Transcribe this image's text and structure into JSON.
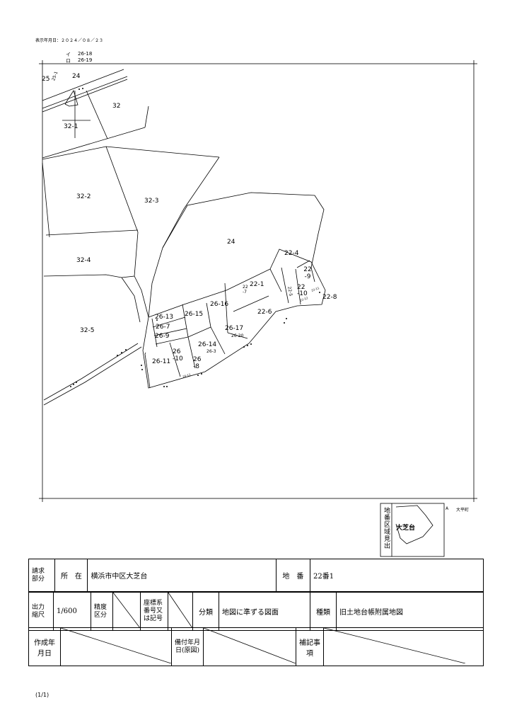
{
  "header": {
    "date_label": "表示年月日：２０２４／０８／２３",
    "ref_top": "26-18",
    "ref_bottom": "26-19",
    "ref_top_mark": "イ",
    "ref_bottom_mark": "ロ"
  },
  "parcels": {
    "p25": "25",
    "p25_1": "25-1",
    "p24_top": "24",
    "p32": "32",
    "p32_1": "32-1",
    "p32_2": "32-2",
    "p32_3": "32-3",
    "p32_4": "32-4",
    "p32_5": "32-5",
    "p24_main": "24",
    "p22_4": "22-4",
    "p22_9": "22\n-9",
    "p22_1": "22-1",
    "p22_7": "22\n-7",
    "p22_10": "22\n-10",
    "p22_5": "22-5",
    "p22_11": "22-11",
    "p22_12": "22-12",
    "p22_8": "22-8",
    "p22_6": "22-6",
    "p26_13": "26-13",
    "p26_7": "26-7",
    "p26_9": "26-9",
    "p26_15": "26-15",
    "p26_16": "26-16",
    "p26_17": "26-17",
    "p26_20": "26-20",
    "p26_14": "26-14",
    "p26_3": "26-3",
    "p26_11": "26-11",
    "p26_10": "26\n-10",
    "p26_8": "26\n-8",
    "p26_12": "26-12"
  },
  "index_map": {
    "title": "地番区域見出",
    "area_label": "大芝台",
    "neighbor": "大平町",
    "neighbor_mark": "A"
  },
  "info_table": {
    "requester_label": "請求部分",
    "location_label": "所　在",
    "location_value": "横浜市中区大芝台",
    "lot_label": "地　番",
    "lot_value": "22番1",
    "scale_label": "出力縮尺",
    "scale_value": "1/600",
    "accuracy_label": "精度区分",
    "coord_label": "座標系番号又は記号",
    "category_label": "分類",
    "category_value": "地図に準ずる図面",
    "kind_label": "種類",
    "kind_value": "旧土地台帳附属地図",
    "created_label": "作成年月日",
    "remarks_label": "備付年月日(原図)",
    "notes_label": "補記事項"
  },
  "footer": {
    "page_label": "(1/1)"
  }
}
